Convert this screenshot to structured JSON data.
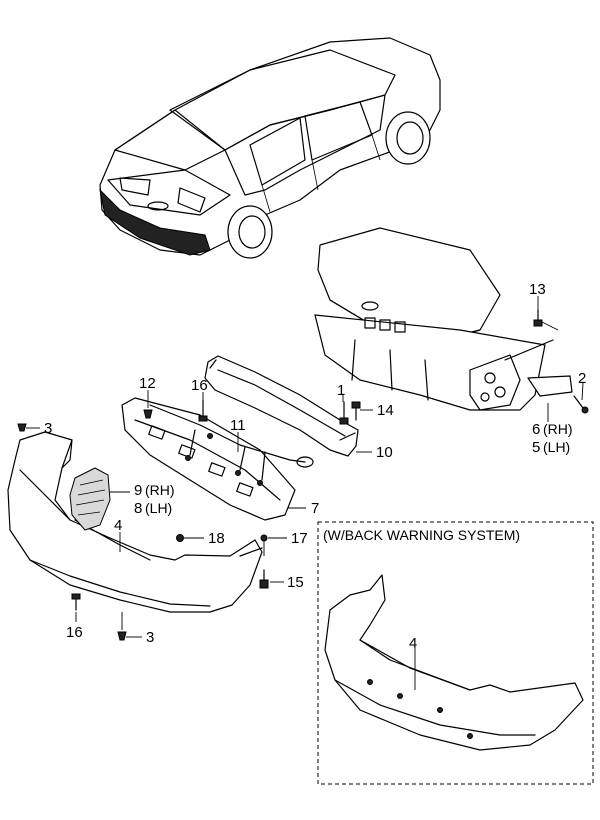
{
  "callouts": {
    "c1": "1",
    "c2": "2",
    "c3_top": "3",
    "c3_bottom": "3",
    "c4_main": "4",
    "c4_inset": "4",
    "c5": "5",
    "c5_side": "(LH)",
    "c6": "6",
    "c6_side": "(RH)",
    "c7": "7",
    "c8": "8",
    "c8_side": "(LH)",
    "c9": "9",
    "c9_side": "(RH)",
    "c10": "10",
    "c11": "11",
    "c12": "12",
    "c13": "13",
    "c14": "14",
    "c15": "15",
    "c16_top": "16",
    "c16_bottom": "16",
    "c17": "17",
    "c18": "18"
  },
  "inset": {
    "title": "(W/BACK WARNING SYSTEM)"
  }
}
